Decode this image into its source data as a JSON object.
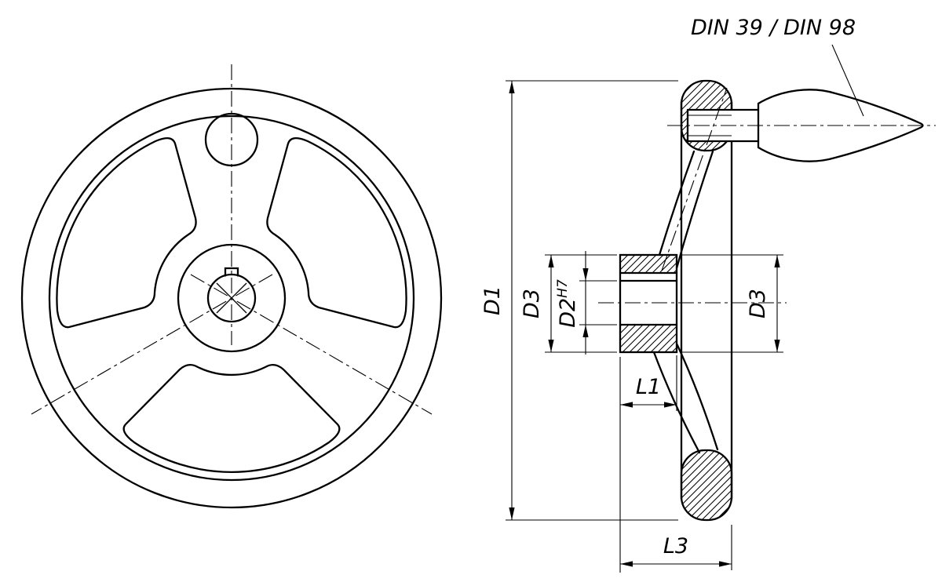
{
  "colors": {
    "line": "#000000",
    "background": "#ffffff"
  },
  "labels": {
    "din_spec": "DIN 39 / DIN 98",
    "d1": "D1",
    "d3_left": "D3",
    "d2_base": "D2",
    "d2_sup": "H7",
    "d3_right": "D3",
    "l1": "L1",
    "l3": "L3"
  }
}
